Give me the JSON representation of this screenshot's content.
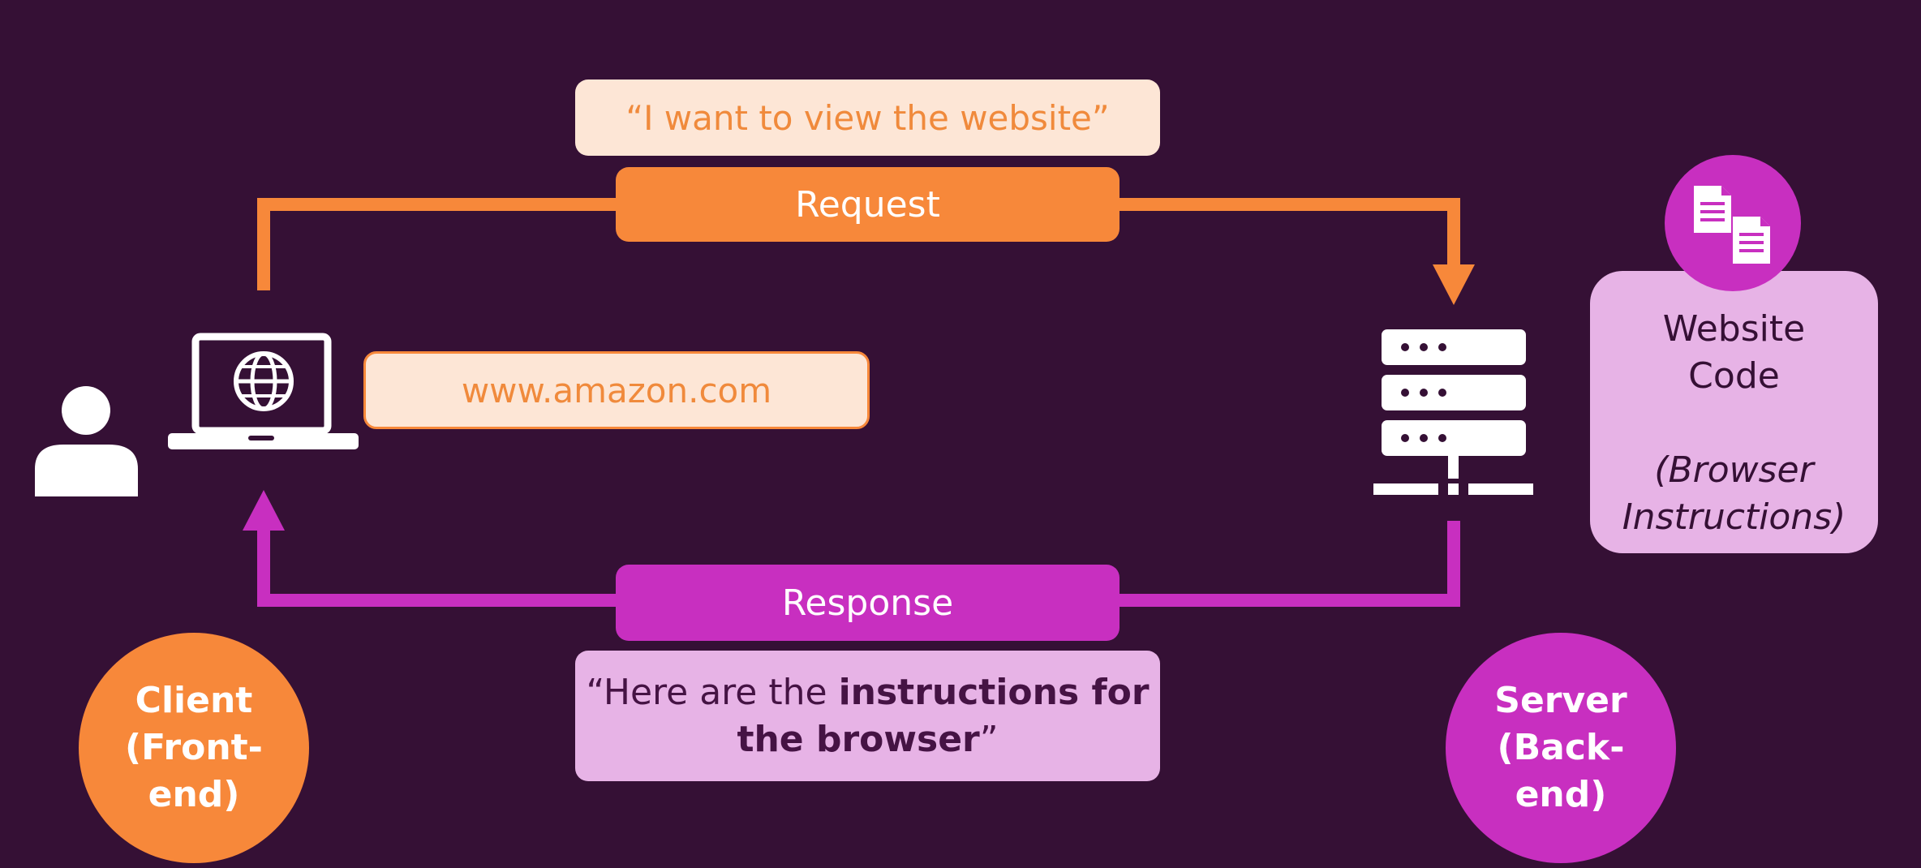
{
  "request": {
    "quote": "“I want to view the website”",
    "label": "Request"
  },
  "url": "www.amazon.com",
  "response": {
    "label": "Response",
    "quote_line1_plain": "“Here are the ",
    "quote_line1_bold": "instructions for",
    "quote_line2_bold": "the browser",
    "quote_line2_plain": "”"
  },
  "website_code": {
    "line1": "Website",
    "line2": "Code",
    "italic_line1": "(Browser",
    "italic_line2": "Instructions)"
  },
  "client": {
    "line1": "Client",
    "line2": "(Front-",
    "line3": "end)"
  },
  "server": {
    "line1": "Server",
    "line2": "(Back-",
    "line3": "end)"
  },
  "colors": {
    "background": "#351035",
    "orange": "#f7883a",
    "magenta": "#c82fc0",
    "light_peach": "#fde6d6",
    "light_pink": "#e7b3e6"
  },
  "icons": [
    "user-icon",
    "laptop-globe-icon",
    "server-icon",
    "documents-icon"
  ]
}
